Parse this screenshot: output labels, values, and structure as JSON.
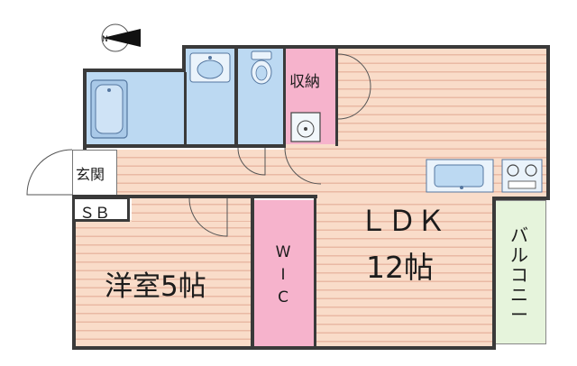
{
  "floorplan": {
    "rooms": {
      "ldk_label": "ＬＤＫ",
      "ldk_size": "12帖",
      "western_room": "洋室5帖",
      "wic": [
        "W",
        "I",
        "C"
      ],
      "entrance": "玄関",
      "shoe_box": "ＳＢ",
      "closet": "収納",
      "balcony": [
        "バ",
        "ル",
        "コ",
        "ニ",
        "ー"
      ]
    },
    "colors": {
      "floor": "#f9dcc9",
      "floor_stripe": "#e9b9a4",
      "wet_area": "#bcd9f2",
      "wic": "#f6b3cc",
      "closet": "#f6b3cc",
      "balcony": "#e6f4dc",
      "wall": "#3a3a3a"
    },
    "icons": [
      "compass-icon",
      "bathtub-icon",
      "washbasin-icon",
      "toilet-icon",
      "washing-machine-icon",
      "kitchen-sink-icon",
      "stove-icon"
    ]
  }
}
